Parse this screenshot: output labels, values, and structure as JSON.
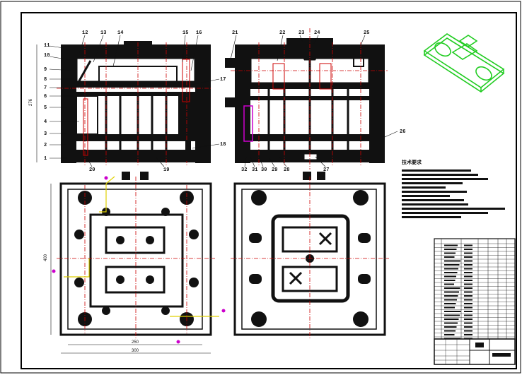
{
  "drawing": {
    "title_cn": "技术要求",
    "part_numbers_left": [
      "1",
      "2",
      "3",
      "4",
      "5",
      "6",
      "7",
      "8",
      "9",
      "10",
      "11",
      "12",
      "13",
      "14",
      "15",
      "16",
      "17",
      "18",
      "19",
      "20"
    ],
    "part_numbers_right": [
      "21",
      "22",
      "23",
      "24",
      "25",
      "26",
      "27",
      "28",
      "29",
      "30",
      "31",
      "32"
    ],
    "dim_left_height": "276",
    "dim_plan_width_inner": "250",
    "dim_plan_width_outer": "300",
    "dim_plan_height": "400"
  },
  "colors": {
    "line": "#000000",
    "section_red": "#cc0000",
    "dim_yellow": "#e0d000",
    "accent_magenta": "#cc00cc",
    "iso_green": "#22cc22"
  }
}
